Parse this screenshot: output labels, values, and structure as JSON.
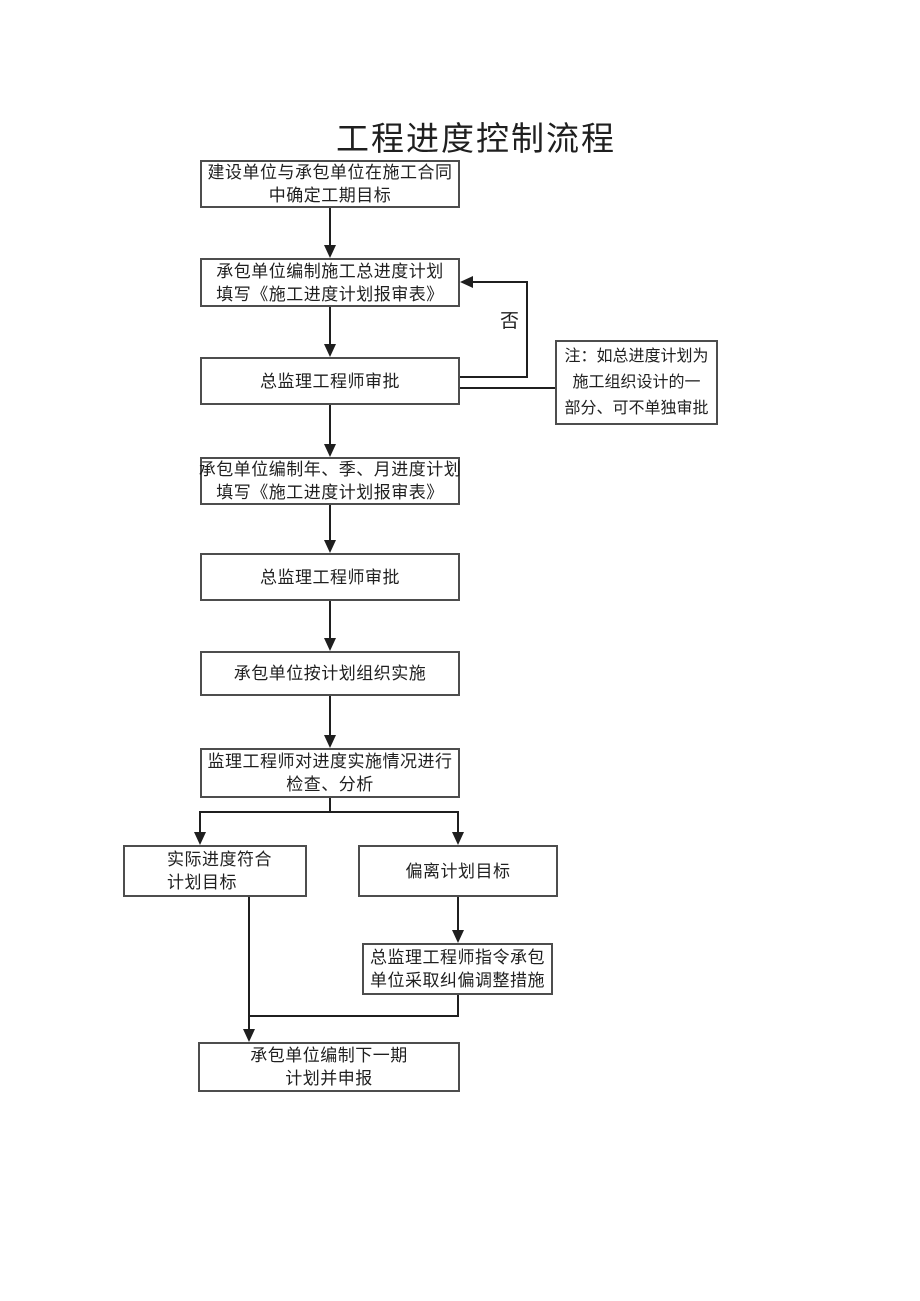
{
  "page": {
    "title": "工程进度控制流程"
  },
  "nodes": {
    "box1": {
      "line1": "建设单位与承包单位在施工合同",
      "line2": "中确定工期目标"
    },
    "box2": {
      "line1": "承包单位编制施工总进度计划",
      "line2": "填写《施工进度计划报审表》"
    },
    "box3": {
      "line1": "总监理工程师审批"
    },
    "box4": {
      "line1": "承包单位编制年、季、月进度计划",
      "line2": "填写《施工进度计划报审表》"
    },
    "box5": {
      "line1": "总监理工程师审批"
    },
    "box6": {
      "line1": "承包单位按计划组织实施"
    },
    "box7": {
      "line1": "监理工程师对进度实施情况进行",
      "line2": "检查、分析"
    },
    "box8": {
      "line1": "实际进度符合",
      "line2": "计划目标"
    },
    "box9": {
      "line1": "偏离计划目标"
    },
    "box10": {
      "line1": "总监理工程师指令承包",
      "line2": "单位采取纠偏调整措施"
    },
    "box11": {
      "line1": "承包单位编制下一期",
      "line2": "计划并申报"
    }
  },
  "labels": {
    "no_branch": "否"
  },
  "note": {
    "line1": "注：如总进度计划为",
    "line2": "施工组织设计的一",
    "line3": "部分、可不单独审批"
  },
  "colors": {
    "line": "#1f1f1f",
    "box_border": "#4d4d4d",
    "text": "#1f1f1f",
    "background": "#ffffff"
  }
}
